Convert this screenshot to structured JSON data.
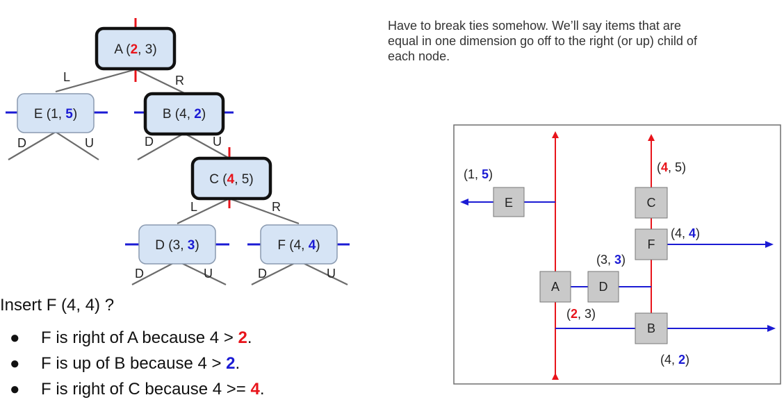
{
  "tree": {
    "nodes": [
      {
        "id": "A",
        "name": "A",
        "x_val": "2",
        "y_val": "3",
        "highlight": "x",
        "bold_border": true
      },
      {
        "id": "E",
        "name": "E",
        "x_val": "1",
        "y_val": "5",
        "highlight": "y",
        "bold_border": false
      },
      {
        "id": "B",
        "name": "B",
        "x_val": "4",
        "y_val": "2",
        "highlight": "y",
        "bold_border": true
      },
      {
        "id": "C",
        "name": "C",
        "x_val": "4",
        "y_val": "5",
        "highlight": "x",
        "bold_border": true
      },
      {
        "id": "D",
        "name": "D",
        "x_val": "3",
        "y_val": "3",
        "highlight": "y",
        "bold_border": false
      },
      {
        "id": "F",
        "name": "F",
        "x_val": "4",
        "y_val": "4",
        "highlight": "y",
        "bold_border": false
      }
    ],
    "edge_labels": {
      "L": "L",
      "R": "R",
      "D": "D",
      "U": "U"
    }
  },
  "note": "Have to break ties somehow. We’ll say items that are equal in one dimension go off to the right (or up) child of each node.",
  "question": "Insert F (4, 4) ?",
  "bullets": [
    {
      "text": "F is right of A because 4 > ",
      "value": "2",
      "color": "red",
      "end": "."
    },
    {
      "text": "F is up of B because 4 > ",
      "value": "2",
      "color": "blue",
      "end": "."
    },
    {
      "text": "F is right of C because 4 >= ",
      "value": "4",
      "color": "red",
      "end": "."
    }
  ],
  "plane": {
    "points": [
      {
        "name": "A",
        "x_val": "2",
        "y_val": "3",
        "highlight": "x"
      },
      {
        "name": "B",
        "x_val": "4",
        "y_val": "2",
        "highlight": "y"
      },
      {
        "name": "C",
        "x_val": "4",
        "y_val": "5",
        "highlight": "x"
      },
      {
        "name": "D",
        "x_val": "3",
        "y_val": "3",
        "highlight": "y"
      },
      {
        "name": "E",
        "x_val": "1",
        "y_val": "5",
        "highlight": "y"
      },
      {
        "name": "F",
        "x_val": "4",
        "y_val": "4",
        "highlight": "y"
      }
    ]
  },
  "colors": {
    "x_split": "#e8141b",
    "y_split": "#1b1bd4",
    "node_fill": "#d6e4f5",
    "box_fill": "#c9c9c9",
    "edge": "#6b6b6b"
  }
}
